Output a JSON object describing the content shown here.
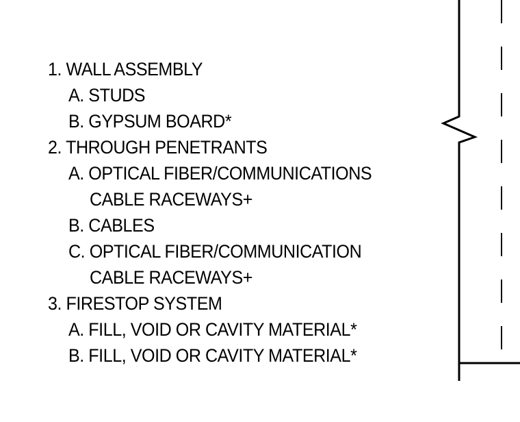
{
  "legend": {
    "item1": {
      "label": "1. WALL ASSEMBLY",
      "a": "A. STUDS",
      "b": "B. GYPSUM BOARD*"
    },
    "item2": {
      "label": "2. THROUGH PENETRANTS",
      "a1": "A. OPTICAL FIBER/COMMUNICATIONS",
      "a2": "CABLE RACEWAYS+",
      "b": "B. CABLES",
      "c1": "C. OPTICAL FIBER/COMMUNICATION",
      "c2": "CABLE RACEWAYS+"
    },
    "item3": {
      "label": "3. FIRESTOP SYSTEM",
      "a": "A. FILL, VOID OR CAVITY MATERIAL*",
      "b": "B. FILL, VOID OR CAVITY MATERIAL*"
    }
  }
}
